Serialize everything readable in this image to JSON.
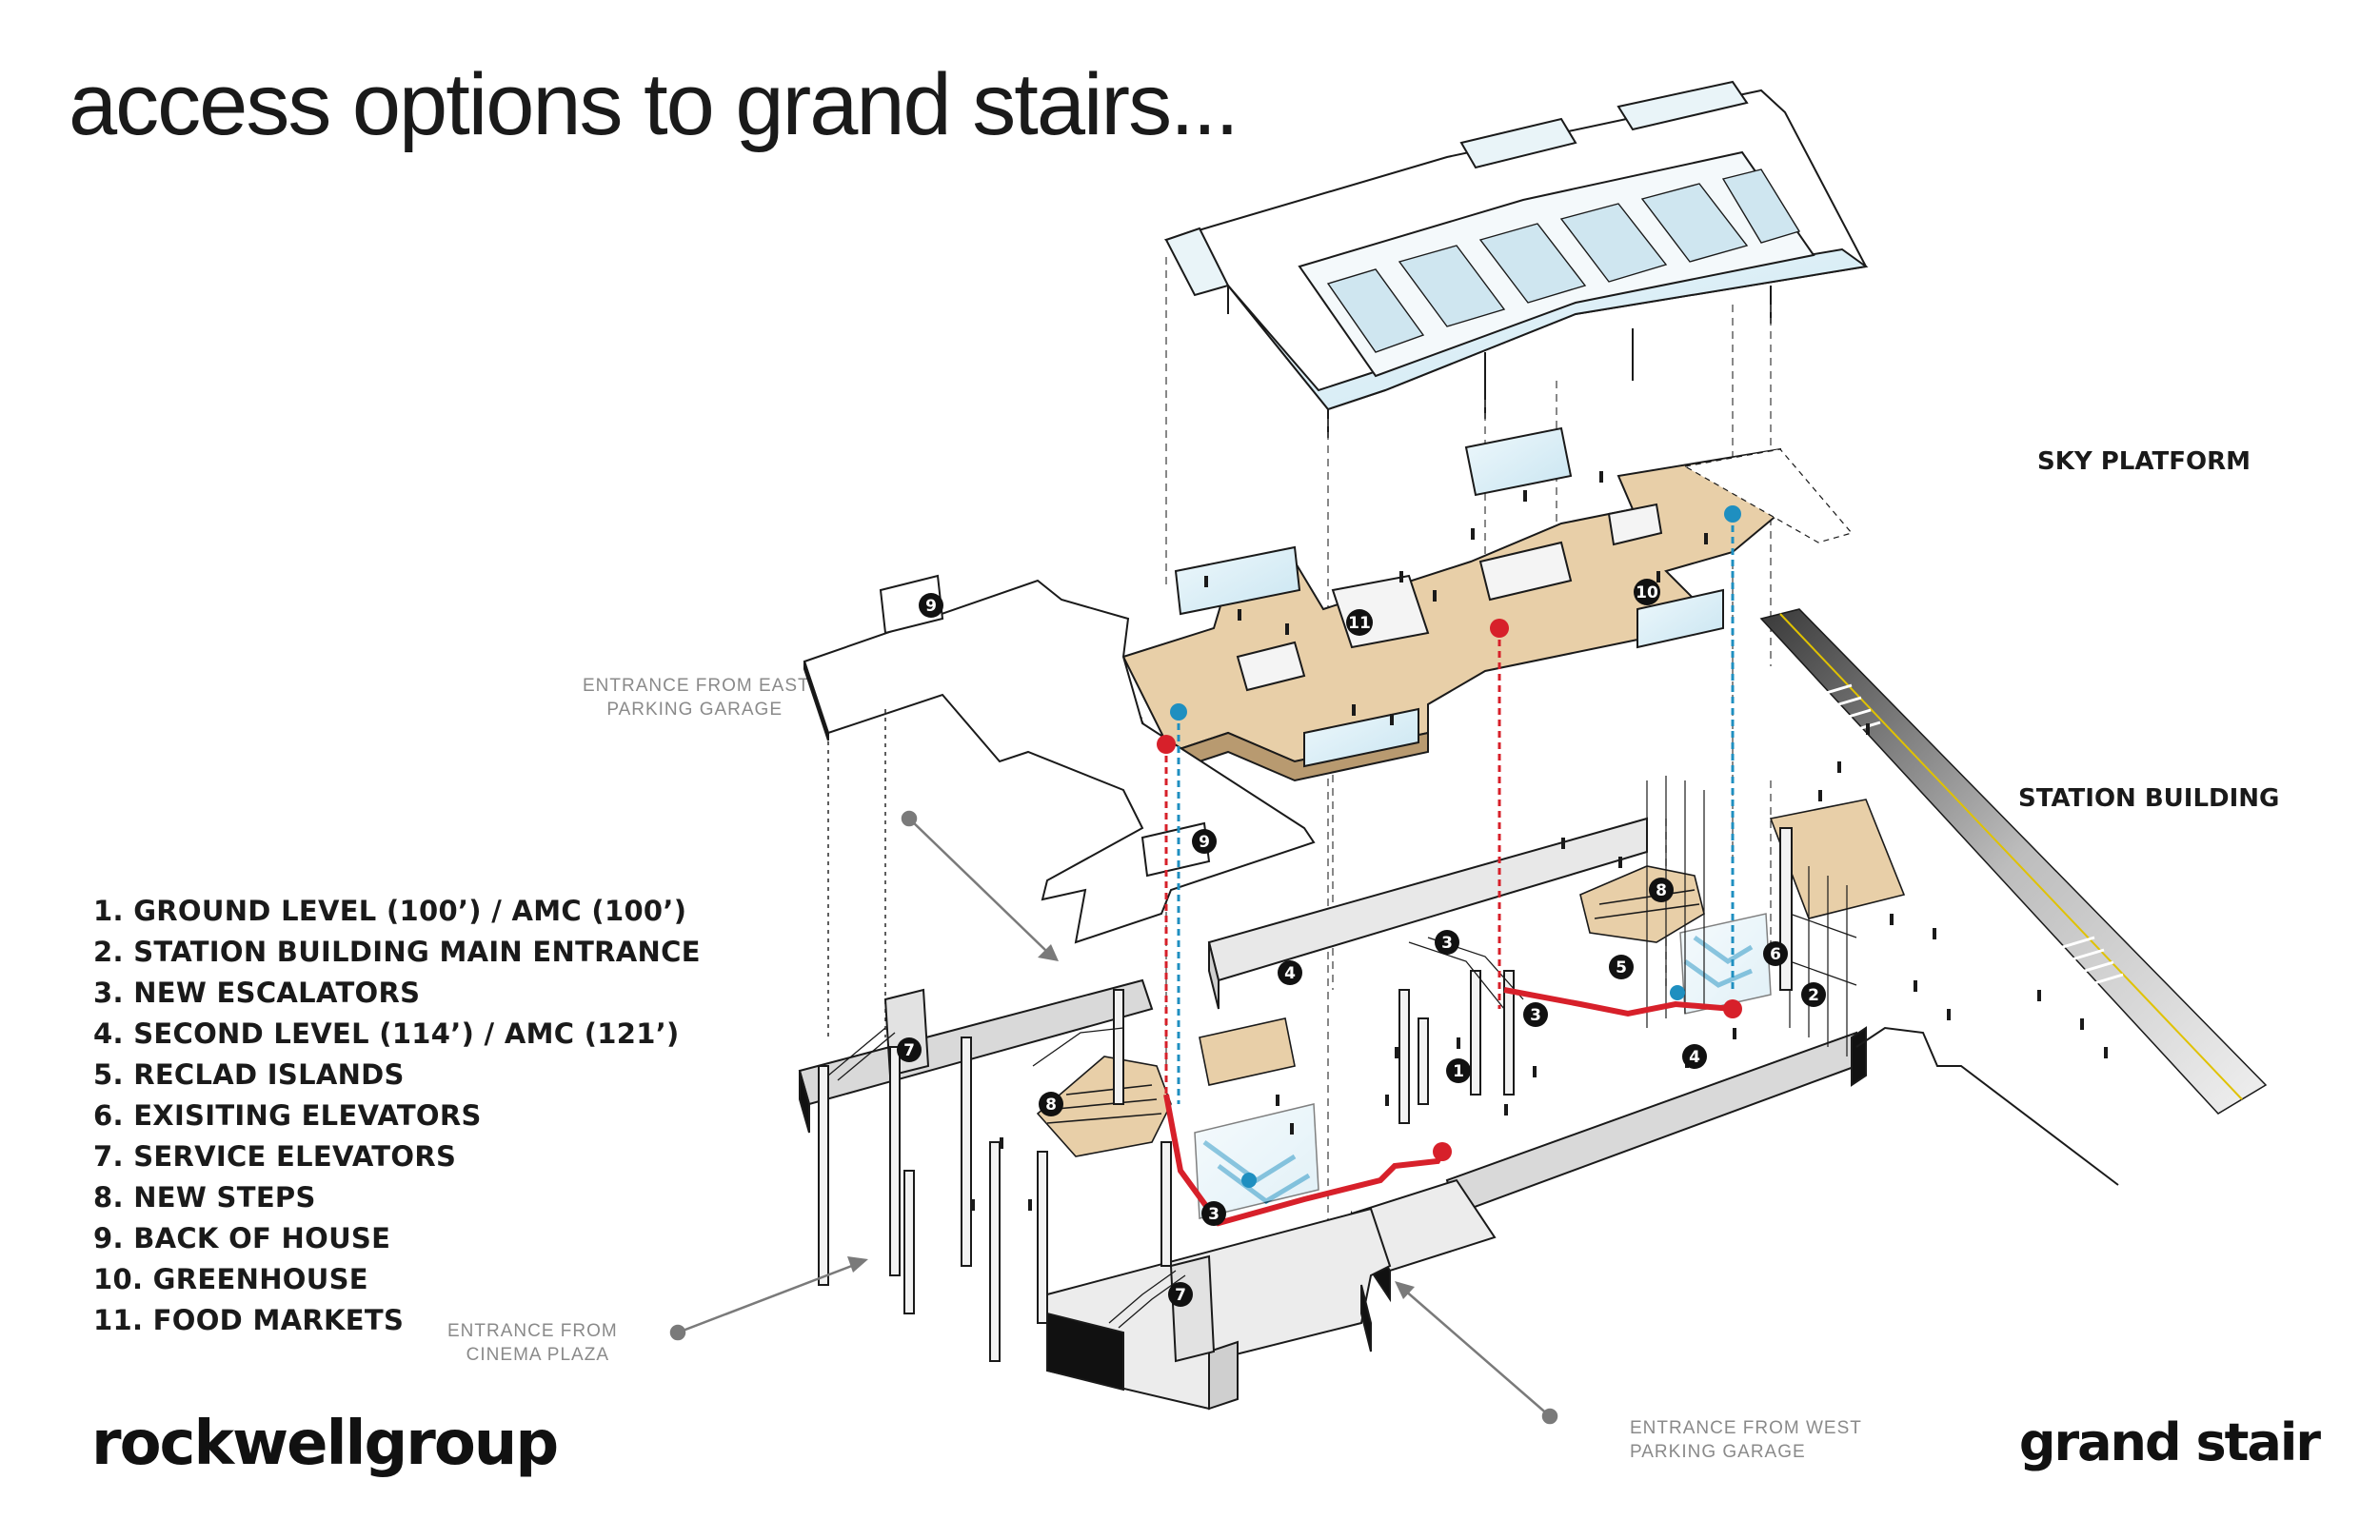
{
  "title": "access options to grand stairs...",
  "legend": [
    "1. GROUND LEVEL (100’) / AMC (100’)",
    "2. STATION BUILDING MAIN ENTRANCE",
    "3. NEW ESCALATORS",
    "4. SECOND LEVEL (114’) / AMC (121’)",
    "5. RECLAD ISLANDS",
    "6. EXISITING ELEVATORS",
    "7. SERVICE ELEVATORS",
    "8. NEW STEPS",
    "9. BACK OF HOUSE",
    "10. GREENHOUSE",
    "11. FOOD MARKETS"
  ],
  "labels": {
    "sky_platform": "SKY PLATFORM",
    "station_building": "STATION BUILDING"
  },
  "entrances": {
    "east": [
      "ENTRANCE FROM EAST",
      "PARKING GARAGE"
    ],
    "cinema": [
      "ENTRANCE FROM",
      "CINEMA PLAZA"
    ],
    "west": [
      "ENTRANCE FROM WEST",
      "PARKING GARAGE"
    ]
  },
  "markers": [
    {
      "id": "m1",
      "text": "1"
    },
    {
      "id": "m2",
      "text": "2"
    },
    {
      "id": "m3a",
      "text": "3"
    },
    {
      "id": "m3b",
      "text": "3"
    },
    {
      "id": "m3c",
      "text": "3"
    },
    {
      "id": "m4a",
      "text": "4"
    },
    {
      "id": "m4b",
      "text": "4"
    },
    {
      "id": "m5",
      "text": "5"
    },
    {
      "id": "m6",
      "text": "6"
    },
    {
      "id": "m7a",
      "text": "7"
    },
    {
      "id": "m7b",
      "text": "7"
    },
    {
      "id": "m8a",
      "text": "8"
    },
    {
      "id": "m8b",
      "text": "8"
    },
    {
      "id": "m9a",
      "text": "9"
    },
    {
      "id": "m9b",
      "text": "9"
    },
    {
      "id": "m10",
      "text": "10"
    },
    {
      "id": "m11",
      "text": "11"
    }
  ],
  "brand": "rockwellgroup",
  "product": "grand stair",
  "colors": {
    "route_red": "#d7202a",
    "route_blue": "#1f8fc0",
    "floor_wood": "#e8cfa8",
    "glass": "#d8eef6",
    "ink": "#1a1a1a"
  }
}
